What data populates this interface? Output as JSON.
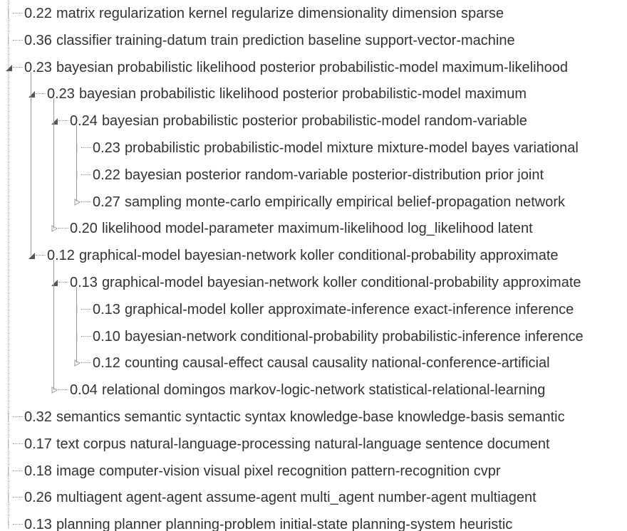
{
  "tree": {
    "rows": [
      {
        "score": "0.22",
        "text": "matrix regularization kernel regularize dimensionality dimension sparse",
        "depth": 0,
        "state": "leaf"
      },
      {
        "score": "0.36",
        "text": "classifier training-datum train prediction baseline support-vector-machine",
        "depth": 0,
        "state": "leaf"
      },
      {
        "score": "0.23",
        "text": "bayesian probabilistic likelihood posterior probabilistic-model maximum-likelihood",
        "depth": 0,
        "state": "expanded"
      },
      {
        "score": "0.23",
        "text": "bayesian probabilistic likelihood posterior probabilistic-model maximum",
        "depth": 1,
        "state": "expanded"
      },
      {
        "score": "0.24",
        "text": "bayesian probabilistic posterior probabilistic-model random-variable",
        "depth": 2,
        "state": "expanded"
      },
      {
        "score": "0.23",
        "text": "probabilistic probabilistic-model mixture mixture-model bayes variational",
        "depth": 3,
        "state": "leaf"
      },
      {
        "score": "0.22",
        "text": "bayesian posterior random-variable posterior-distribution prior joint",
        "depth": 3,
        "state": "leaf"
      },
      {
        "score": "0.27",
        "text": "sampling monte-carlo empirically empirical belief-propagation network",
        "depth": 3,
        "state": "collapsed"
      },
      {
        "score": "0.20",
        "text": "likelihood model-parameter maximum-likelihood log_likelihood latent",
        "depth": 2,
        "state": "collapsed"
      },
      {
        "score": "0.12",
        "text": "graphical-model bayesian-network koller conditional-probability approximate",
        "depth": 1,
        "state": "expanded"
      },
      {
        "score": "0.13",
        "text": "graphical-model bayesian-network koller conditional-probability approximate",
        "depth": 2,
        "state": "expanded"
      },
      {
        "score": "0.13",
        "text": "graphical-model koller approximate-inference exact-inference inference",
        "depth": 3,
        "state": "leaf"
      },
      {
        "score": "0.10",
        "text": "bayesian-network conditional-probability probabilistic-inference inference",
        "depth": 3,
        "state": "leaf"
      },
      {
        "score": "0.12",
        "text": "counting causal-effect causal causality national-conference-artificial",
        "depth": 3,
        "state": "collapsed"
      },
      {
        "score": "0.04",
        "text": "relational domingos markov-logic-network statistical-relational-learning",
        "depth": 2,
        "state": "collapsed"
      },
      {
        "score": "0.32",
        "text": "semantics semantic syntactic syntax knowledge-base knowledge-basis semantic",
        "depth": 0,
        "state": "leaf"
      },
      {
        "score": "0.17",
        "text": "text corpus natural-language-processing natural-language sentence document",
        "depth": 0,
        "state": "leaf"
      },
      {
        "score": "0.18",
        "text": "image computer-vision visual pixel recognition pattern-recognition cvpr",
        "depth": 0,
        "state": "leaf"
      },
      {
        "score": "0.26",
        "text": "multiagent agent-agent assume-agent multi_agent number-agent multiagent",
        "depth": 0,
        "state": "leaf"
      },
      {
        "score": "0.13",
        "text": "planning planner planning-problem initial-state planning-system heuristic",
        "depth": 0,
        "state": "leaf"
      }
    ]
  },
  "colors": {
    "text": "#333333",
    "line": "#999999",
    "background": "#ffffff"
  },
  "icons": {
    "expanded": "triangle-down-left-icon",
    "collapsed": "triangle-right-outline-icon",
    "leaf": "leaf-node-icon"
  }
}
